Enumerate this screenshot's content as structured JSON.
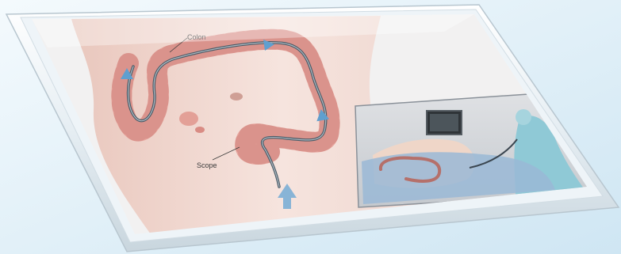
{
  "illustration": {
    "subject": "colonoscopy-diagram",
    "labels": {
      "colon": "Colon",
      "scope": "Scope"
    },
    "inset": {
      "subject": "patient-on-table-with-monitor"
    },
    "colors": {
      "background": "#dceef7",
      "glass_frame": "#e9f1f6",
      "skin": "#f3ddd6",
      "colon": "#e9a8a1",
      "colon_shadow": "#c97c76",
      "scope": "#4a5a66",
      "arrow": "#5f9fcf",
      "inset_bg": "#d6d8dc",
      "drape": "#9ab8d6",
      "gown": "#8fc9d6"
    }
  }
}
